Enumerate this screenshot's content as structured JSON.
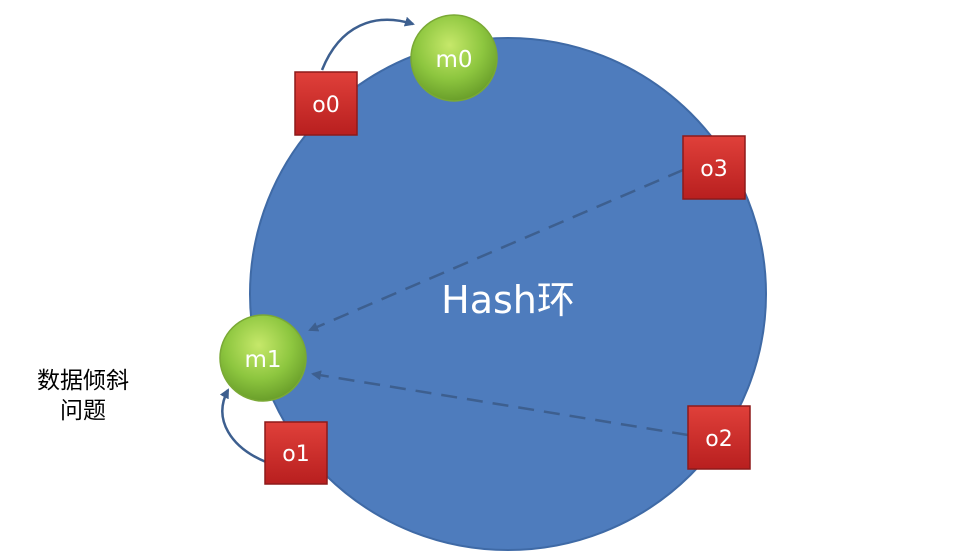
{
  "ring": {
    "label": "Hash环",
    "color": "#4e7cbd",
    "stroke": "#3f6aa6"
  },
  "machines": [
    {
      "id": "m0",
      "label": "m0"
    },
    {
      "id": "m1",
      "label": "m1"
    }
  ],
  "objects": [
    {
      "id": "o0",
      "label": "o0"
    },
    {
      "id": "o1",
      "label": "o1"
    },
    {
      "id": "o2",
      "label": "o2"
    },
    {
      "id": "o3",
      "label": "o3"
    }
  ],
  "side_note": {
    "line1": "数据倾斜",
    "line2": "问题"
  },
  "colors": {
    "machine_fill": "#8dc63f",
    "object_fill": "#d32f2f",
    "arrow": "#3d5f8f"
  }
}
